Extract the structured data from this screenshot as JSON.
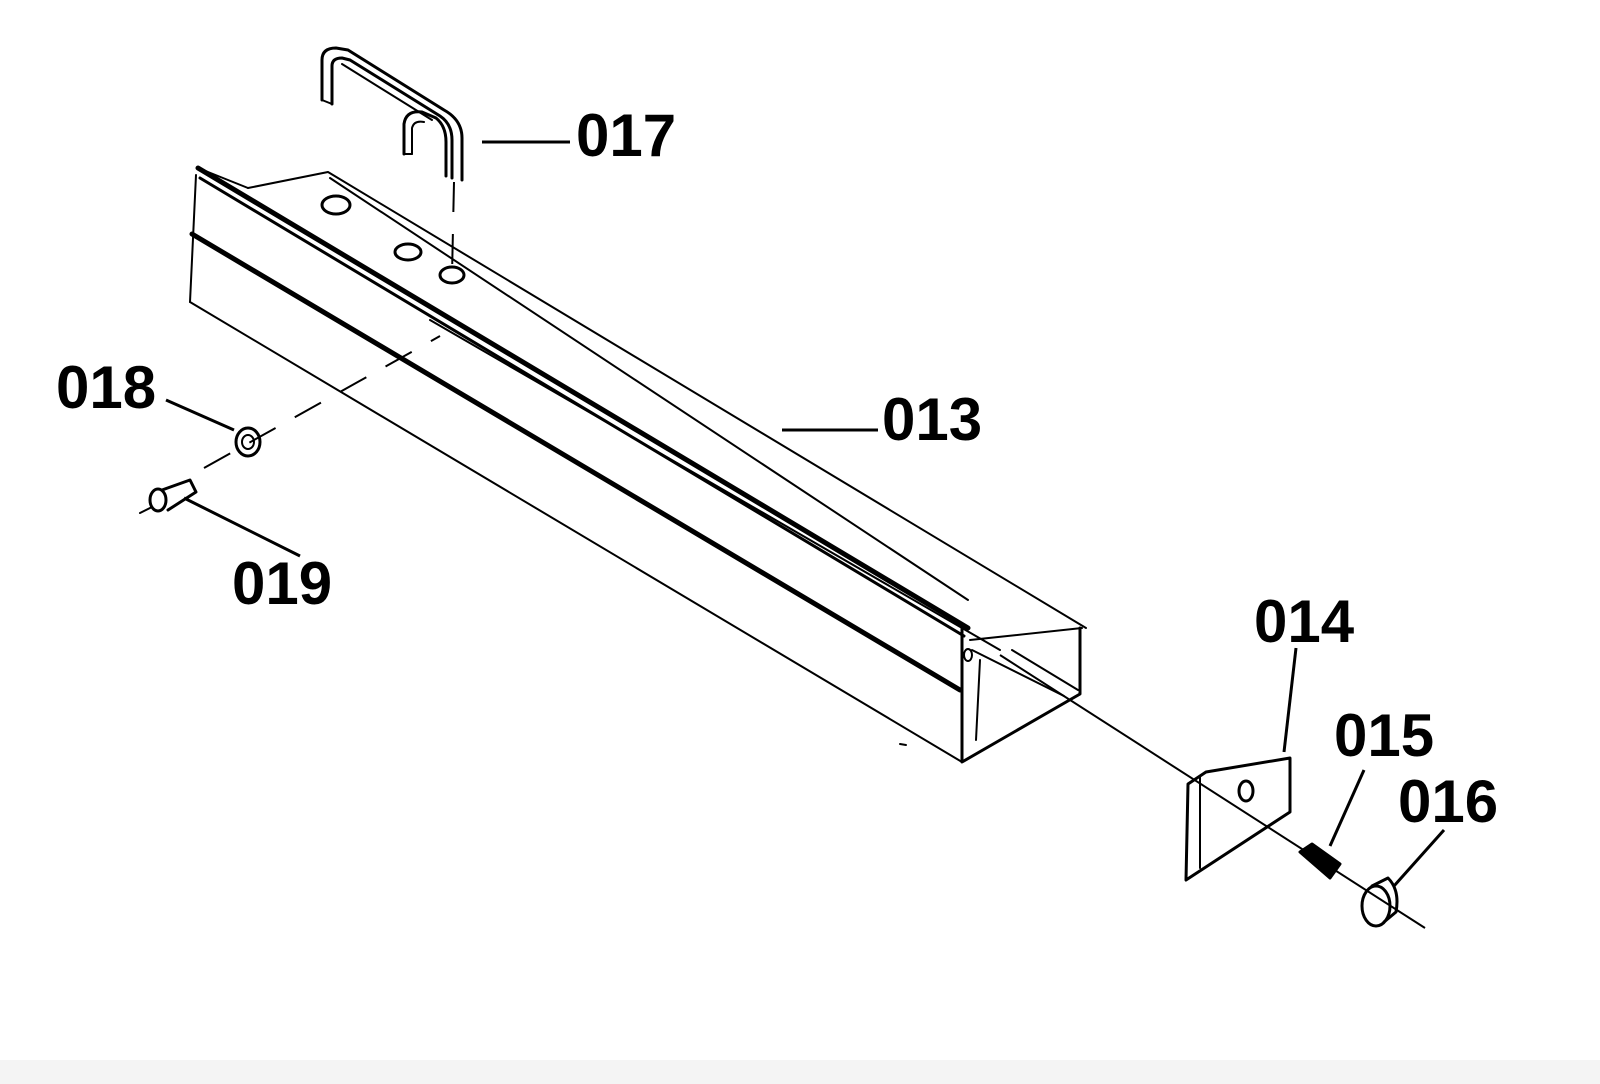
{
  "diagram": {
    "callouts": [
      {
        "id": "c017",
        "label": "017"
      },
      {
        "id": "c013",
        "label": "013"
      },
      {
        "id": "c018",
        "label": "018"
      },
      {
        "id": "c019",
        "label": "019"
      },
      {
        "id": "c014",
        "label": "014"
      },
      {
        "id": "c015",
        "label": "015"
      },
      {
        "id": "c016",
        "label": "016"
      }
    ],
    "colors": {
      "ink": "#000000",
      "paper": "#ffffff"
    }
  }
}
